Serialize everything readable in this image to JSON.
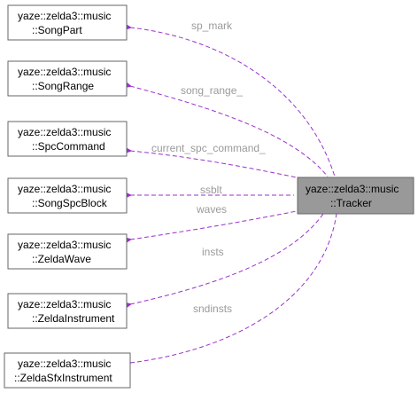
{
  "colors": {
    "edge": "#9a32cd",
    "node_border": "#666666",
    "node_fill": "#ffffff",
    "target_fill": "#999999",
    "label": "#9a9a9a"
  },
  "target": {
    "line1": "yaze::zelda3::music",
    "line2": "::Tracker"
  },
  "nodes": [
    {
      "id": "songpart",
      "line1": "yaze::zelda3::music",
      "line2": "::SongPart",
      "edge_label": "sp_mark"
    },
    {
      "id": "songrange",
      "line1": "yaze::zelda3::music",
      "line2": "::SongRange",
      "edge_label": "song_range_"
    },
    {
      "id": "spccommand",
      "line1": "yaze::zelda3::music",
      "line2": "::SpcCommand",
      "edge_label": "current_spc_command_"
    },
    {
      "id": "songspcblock",
      "line1": "yaze::zelda3::music",
      "line2": "::SongSpcBlock",
      "edge_label": "ssblt"
    },
    {
      "id": "zeldawave",
      "line1": "yaze::zelda3::music",
      "line2": "::ZeldaWave",
      "edge_label": "waves"
    },
    {
      "id": "zeldainstrument",
      "line1": "yaze::zelda3::music",
      "line2": "::ZeldaInstrument",
      "edge_label": "insts"
    },
    {
      "id": "zeldasfxinstrument",
      "line1": "yaze::zelda3::music",
      "line2": "::ZeldaSfxInstrument",
      "edge_label": "sndinsts"
    }
  ]
}
